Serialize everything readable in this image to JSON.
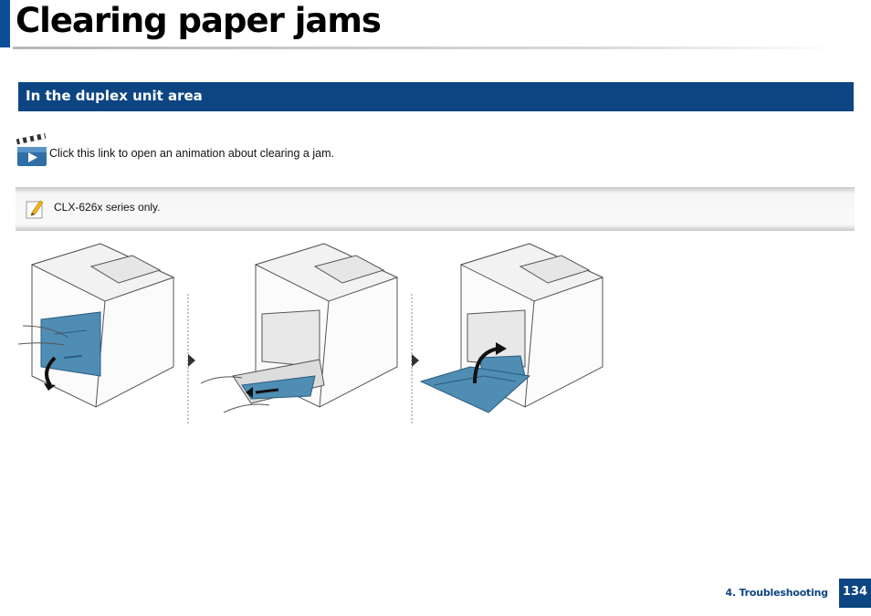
{
  "header": {
    "title": "Clearing paper jams"
  },
  "section": {
    "title": "In the duplex unit area"
  },
  "animation": {
    "icon": "clapperboard-play-icon",
    "link_text": "Click this link to open an animation about clearing a jam."
  },
  "note": {
    "icon": "note-pencil-icon",
    "text": "CLX-626x series only."
  },
  "illustrations": [
    {
      "name": "step-1-open-duplex-cover"
    },
    {
      "name": "step-2-remove-jammed-paper"
    },
    {
      "name": "step-3-close-rear-cover"
    }
  ],
  "footer": {
    "chapter": "4.  Troubleshooting",
    "page_number": "134"
  },
  "colors": {
    "brand_blue": "#0d4582",
    "accent_blue": "#4f8db4"
  }
}
